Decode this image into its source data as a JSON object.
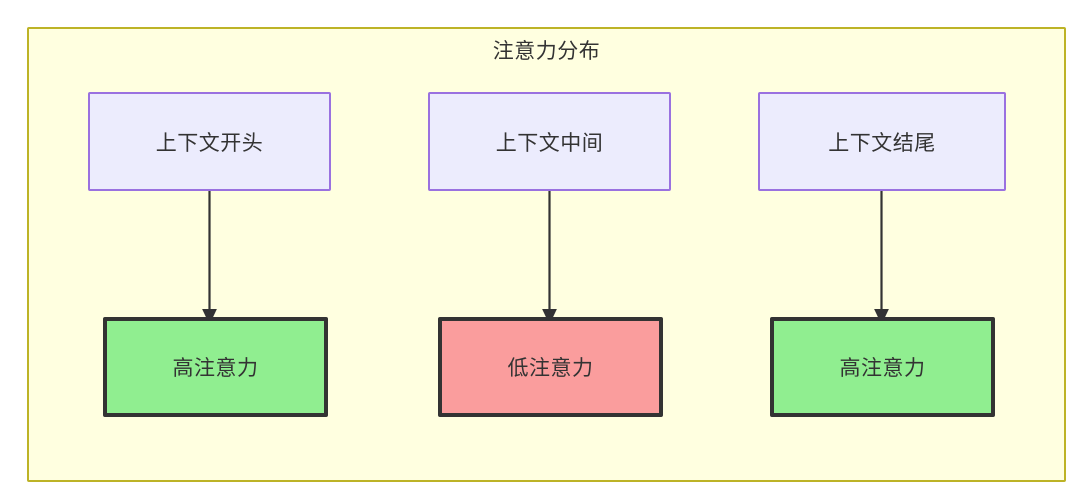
{
  "diagram": {
    "title": "注意力分布",
    "background_color": "#ffffff",
    "container": {
      "fill": "#ffffe0",
      "stroke": "#bdb326"
    },
    "palette": {
      "node_top_fill": "#ececfd",
      "node_top_stroke": "#9a71e0",
      "node_high_fill": "#90ee90",
      "node_low_fill": "#fa9d9d",
      "node_bottom_stroke": "#333333",
      "edge_color": "#333333",
      "text_color": "#333333"
    },
    "columns": [
      {
        "source_label": "上下文开头",
        "target_label": "高注意力",
        "target_kind": "high"
      },
      {
        "source_label": "上下文中间",
        "target_label": "低注意力",
        "target_kind": "low"
      },
      {
        "source_label": "上下文结尾",
        "target_label": "高注意力",
        "target_kind": "high"
      }
    ],
    "edges": [
      {
        "from": "上下文开头",
        "to": "高注意力",
        "arrow": "down-arrow"
      },
      {
        "from": "上下文中间",
        "to": "低注意力",
        "arrow": "down-arrow"
      },
      {
        "from": "上下文结尾",
        "to": "高注意力",
        "arrow": "down-arrow"
      }
    ]
  }
}
